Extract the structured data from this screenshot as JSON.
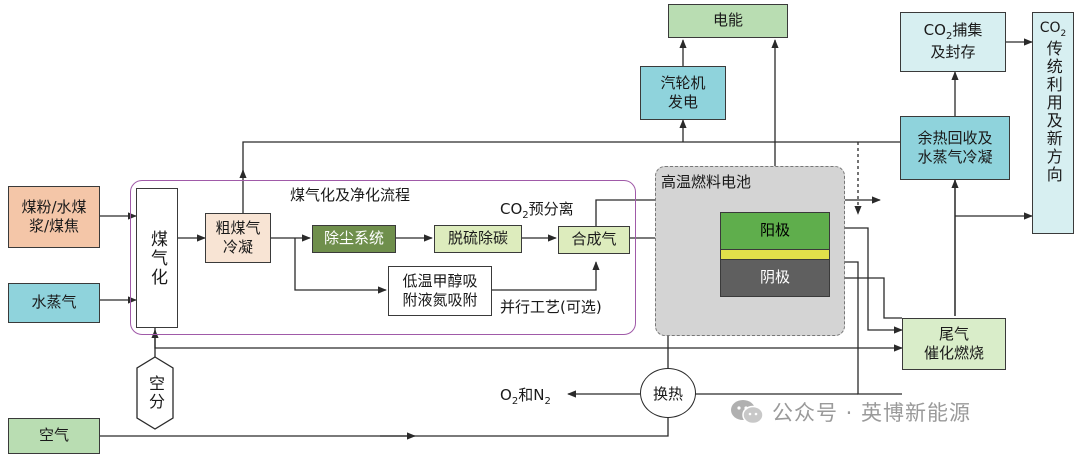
{
  "nodes": {
    "coal": "煤粉/水煤\n浆/煤焦",
    "steam": "水蒸气",
    "air": "空气",
    "gasifier": "煤气化",
    "air_sep": "空分",
    "crude_condense": "粗煤气\n冷凝",
    "dust": "除尘系统",
    "desulf": "脱硫除碳",
    "syngas": "合成气",
    "methanol": "低温甲醇吸\n附液氮吸附",
    "turbine": "汽轮机\n发电",
    "power": "电能",
    "anode": "阳极",
    "cathode": "阴极",
    "heat_recovery": "余热回收及\n水蒸气冷凝",
    "co2_capture": "捕集\n及封存",
    "co2_use": "传统利用及新方向",
    "tail_gas": "尾气\n催化燃烧",
    "heat_exchange": "换热"
  },
  "labels": {
    "purify_region": "煤气化及净化流程",
    "fc_region": "高温燃料电池",
    "co2_presep": "预分离",
    "parallel": "并行工艺(可选)",
    "o2n2_a": "和"
  },
  "watermark": "公众号 · 英博新能源",
  "colors": {
    "orange": "#f4c6a8",
    "teal": "#8fd3dc",
    "light_teal": "#d7eff1",
    "green": "#b9ddb2",
    "dark_green": "#6f8f4c",
    "anode": "#5fae4c",
    "cathode": "#5f5f5f",
    "fc_region": "#d4d4d4",
    "purify_border": "#a05aa8"
  }
}
